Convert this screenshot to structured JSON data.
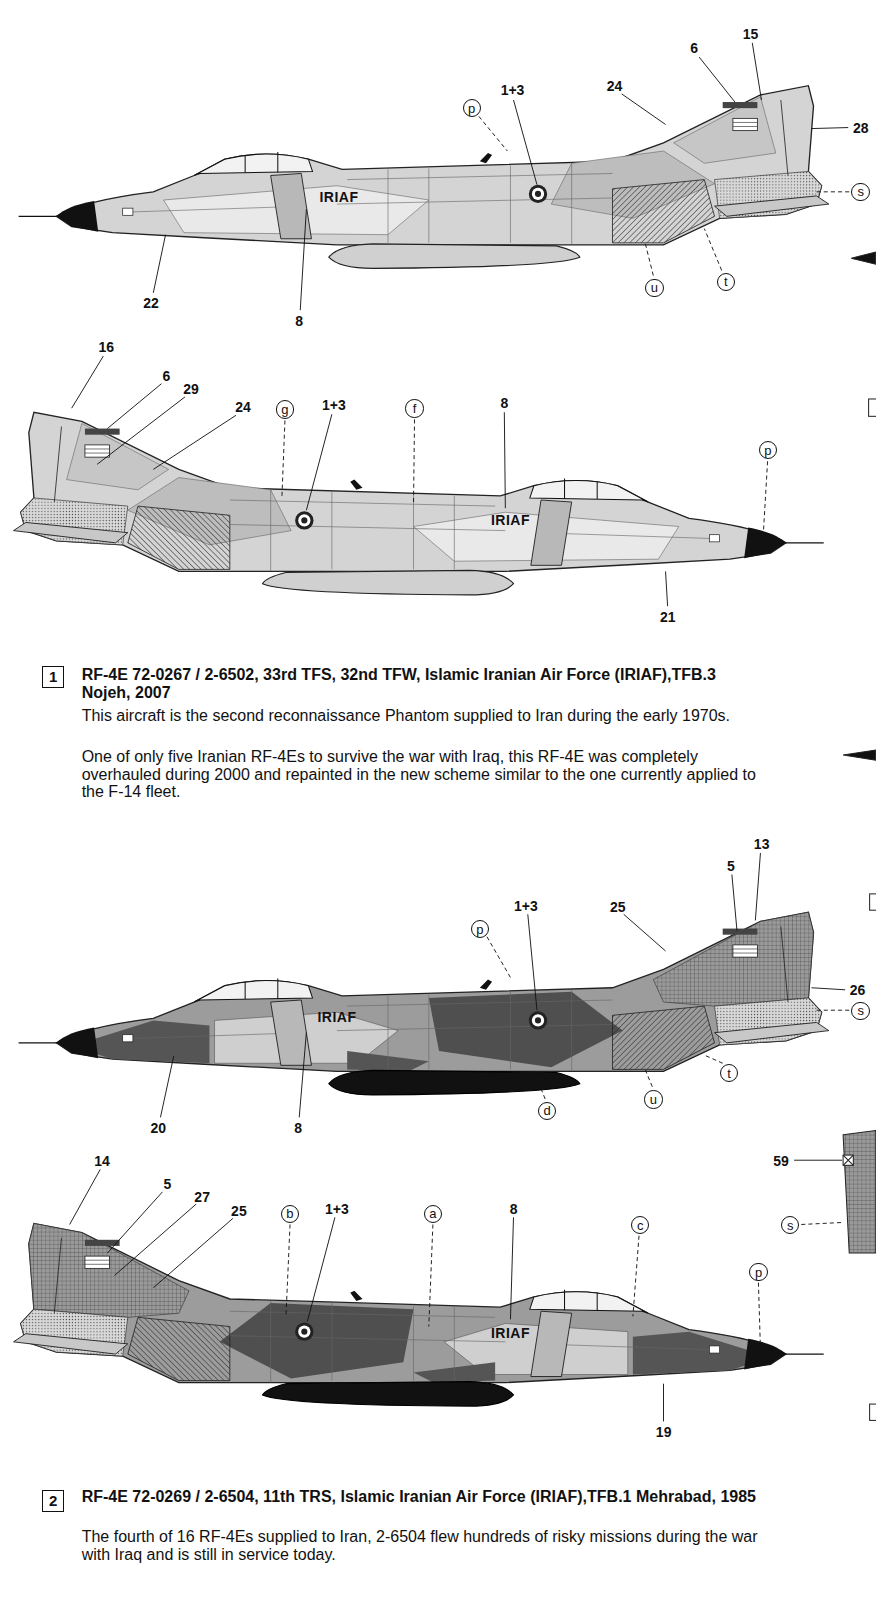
{
  "diagram": {
    "nodes": [
      {
        "text": [
          "p"
        ]
      },
      {
        "text": [
          "s"
        ]
      },
      {
        "text": [
          "u"
        ]
      },
      {
        "text": [
          "t"
        ]
      },
      {
        "text": [
          "g"
        ]
      },
      {
        "text": [
          "f"
        ]
      },
      {
        "text": [
          "p"
        ]
      },
      {
        "text": [
          "1"
        ]
      },
      {
        "text": [
          "p"
        ]
      },
      {
        "text": [
          "s"
        ]
      },
      {
        "text": [
          "t"
        ]
      },
      {
        "text": [
          "u"
        ]
      },
      {
        "text": [
          "d"
        ]
      },
      {
        "text": [
          "b"
        ]
      },
      {
        "text": [
          "a"
        ]
      },
      {
        "text": [
          "c"
        ]
      },
      {
        "text": [
          "s"
        ]
      },
      {
        "text": [
          "p"
        ]
      },
      {
        "text": [
          "2"
        ]
      }
    ],
    "labels": [
      "1+3",
      "24",
      "6",
      "15",
      "28",
      "IRIAF",
      "22",
      "8",
      "16",
      "6",
      "29",
      "24",
      "1+3",
      "8",
      "IRIAF",
      "21",
      "RF-4E 72-0267 / 2-6502, 33rd TFS, 32nd TFW, Islamic Iranian Air Force (IRIAF),TFB.3 Nojeh, 2007",
      "This aircraft is the second reconnaissance Phantom supplied to Iran during the early 1970s.",
      "One of only five Iranian RF-4Es to survive the war with Iraq, this RF-4E was completely overhauled during 2000 and repainted in the new scheme similar to the one currently applied to the F-14 fleet.",
      "13",
      "5",
      "1+3",
      "25",
      "26",
      "IRIAF",
      "20",
      "8",
      "14",
      "59",
      "5",
      "27",
      "25",
      "1+3",
      "8",
      "IRIAF",
      "19",
      "RF-4E 72-0269 / 2-6504, 11th TRS, Islamic Iranian Air Force (IRIAF),TFB.1 Mehrabad, 1985",
      "The fourth of 16 RF-4Es supplied to Iran, 2-6504 flew hundreds of risky missions during the war with Iraq and is still in service today."
    ]
  }
}
